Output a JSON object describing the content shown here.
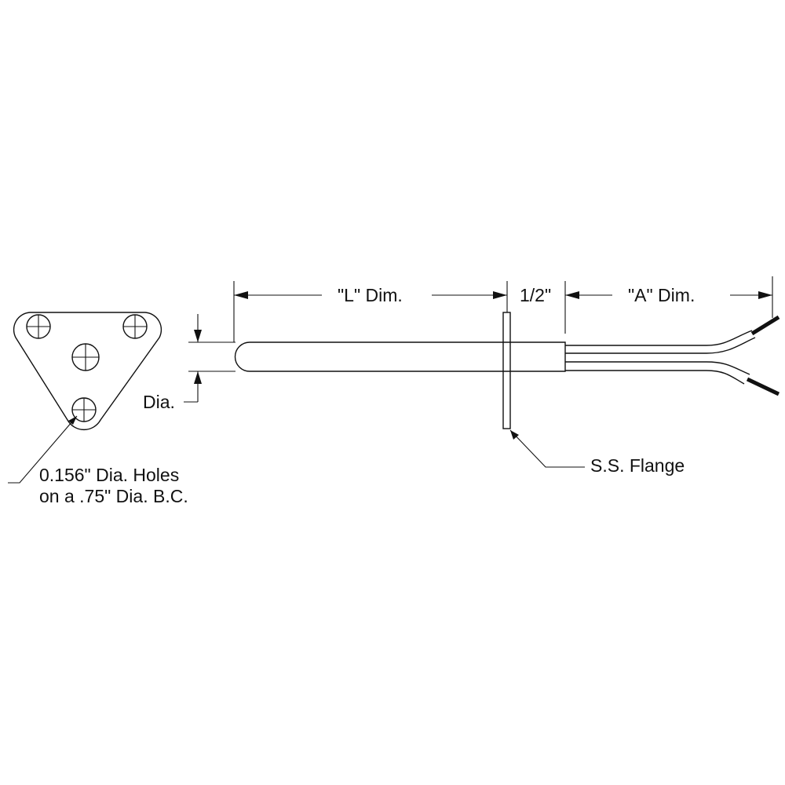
{
  "labels": {
    "l_dim": "\"L\" Dim.",
    "half": "1/2\"",
    "a_dim": "\"A\" Dim.",
    "dia": "Dia.",
    "flange": "S.S. Flange",
    "holes_line1": "0.156\" Dia. Holes",
    "holes_line2": "on a .75\" Dia. B.C."
  },
  "colors": {
    "line": "#111111",
    "background": "#ffffff"
  }
}
